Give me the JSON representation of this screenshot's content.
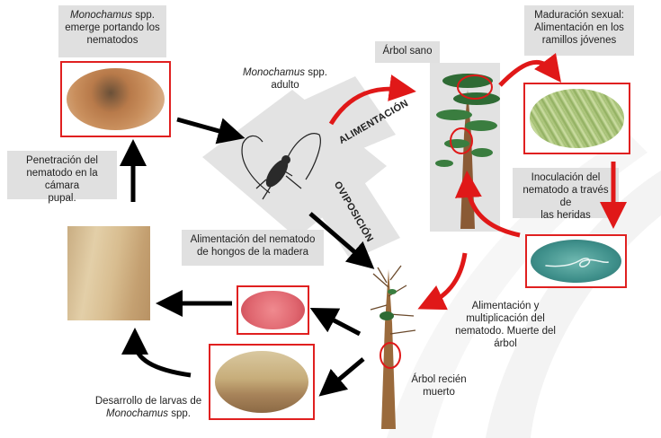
{
  "labels": {
    "emerge_species": "Monochamus",
    "emerge_text_1": " spp.",
    "emerge_text_2": "emerge portando los",
    "emerge_text_3": "nematodos",
    "adult_species": "Monochamus",
    "adult_text_1": " spp.",
    "adult_text_2": "adulto",
    "arbol_sano": "Árbol sano",
    "maduracion_1": "Maduración sexual:",
    "maduracion_2": "Alimentación en los",
    "maduracion_3": "ramillos jóvenes",
    "penetracion_1": "Penetración del",
    "penetracion_2": "nematodo en la cámara",
    "penetracion_3": "pupal.",
    "inoculacion_1": "Inoculación del",
    "inoculacion_2": "nematodo a través de",
    "inoculacion_3": "las heridas",
    "alimentacion_hongos_1": "Alimentación del nematodo",
    "alimentacion_hongos_2": "de hongos de la madera",
    "multiplicacion_1": "Alimentación y",
    "multiplicacion_2": "multiplicación del",
    "multiplicacion_3": "nematodo. Muerte del",
    "multiplicacion_4": "árbol",
    "arbol_muerto_1": "Árbol recién",
    "arbol_muerto_2": "muerto",
    "larvas_1": "Desarrollo de larvas de",
    "larvas_species": "Monochamus",
    "larvas_text": " spp.",
    "alimentacion_rot": "ALIMENTACIÓN",
    "oviposicion_rot": "OVIPOSICIÓN"
  },
  "colors": {
    "arrow_red": "#e01818",
    "arrow_black": "#000000",
    "frame_red": "#e02020",
    "label_grey": "#e0e0e0"
  },
  "icons": [
    "beetle",
    "healthy-pine-tree",
    "dead-pine-tree",
    "nematode"
  ]
}
